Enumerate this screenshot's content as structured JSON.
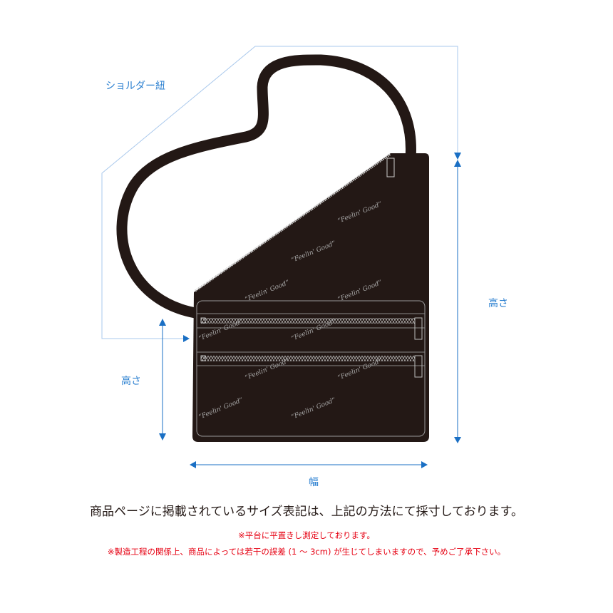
{
  "labels": {
    "shoulder_strap": "ショルダー紐",
    "height_right": "高さ",
    "height_left": "高さ",
    "width": "幅"
  },
  "bag_pattern_text": "“Feelin' Good”",
  "main_note": "商品ページに掲載されているサイズ表記は、上記の方法にて採寸しております。",
  "notes": [
    "※平台に平置きし測定しております。",
    "※製造工程の関係上、商品によっては若干の誤差 (1 ～ 3cm) が生じてしまいますので、予めご了承下さい。"
  ],
  "colors": {
    "bag": "#231815",
    "dimension_line": "#1a6fc4",
    "guide_line": "#a9c8ec",
    "label": "#2a7fd0",
    "note_red": "#e60012"
  }
}
